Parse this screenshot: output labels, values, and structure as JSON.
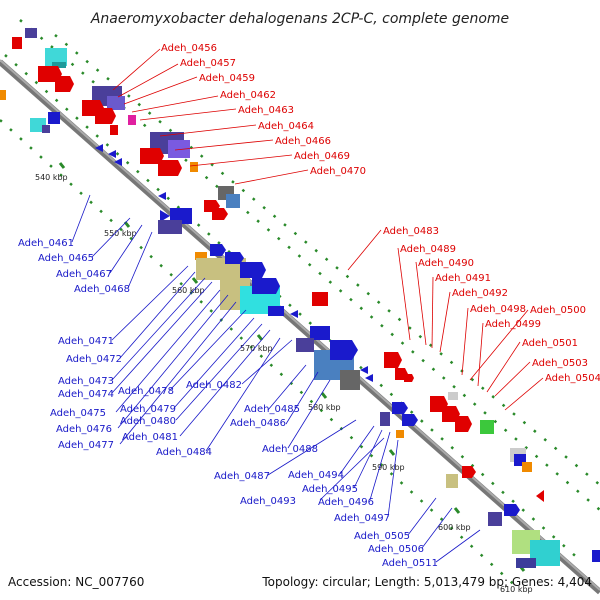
{
  "title": "Anaeromyxobacter dehalogenans 2CP-C, complete genome",
  "footer": {
    "accession": "Accession: NC_007760",
    "topology": "Topology: circular; Length: 5,013,479 bp; Genes: 4,404"
  },
  "ticks": [
    "540 kbp",
    "550 kbp",
    "560 kbp",
    "570 kbp",
    "580 kbp",
    "590 kbp",
    "600 kbp",
    "610 kbp"
  ],
  "genes_top": [
    "Adeh_0456",
    "Adeh_0457",
    "Adeh_0459",
    "Adeh_0462",
    "Adeh_0463",
    "Adeh_0464",
    "Adeh_0466",
    "Adeh_0469",
    "Adeh_0470"
  ],
  "genes_right": [
    "Adeh_0483",
    "Adeh_0489",
    "Adeh_0490",
    "Adeh_0491",
    "Adeh_0492",
    "Adeh_0498",
    "Adeh_0500",
    "Adeh_0499",
    "Adeh_0501",
    "Adeh_0503",
    "Adeh_0504"
  ],
  "genes_left": [
    "Adeh_0461",
    "Adeh_0465",
    "Adeh_0467",
    "Adeh_0468"
  ],
  "genes_bottom": [
    "Adeh_0471",
    "Adeh_0472",
    "Adeh_0473",
    "Adeh_0474",
    "Adeh_0478",
    "Adeh_0482",
    "Adeh_0475",
    "Adeh_0479",
    "Adeh_0476",
    "Adeh_0480",
    "Adeh_0477",
    "Adeh_0481",
    "Adeh_0485",
    "Adeh_0486",
    "Adeh_0484",
    "Adeh_0488",
    "Adeh_0487",
    "Adeh_0494",
    "Adeh_0495",
    "Adeh_0493",
    "Adeh_0496",
    "Adeh_0497",
    "Adeh_0505",
    "Adeh_0506",
    "Adeh_0511"
  ],
  "colors": {
    "forward": "#dd0000",
    "reverse": "#1818c8",
    "backbone": "#888888",
    "tick": "#2a8a2a"
  }
}
